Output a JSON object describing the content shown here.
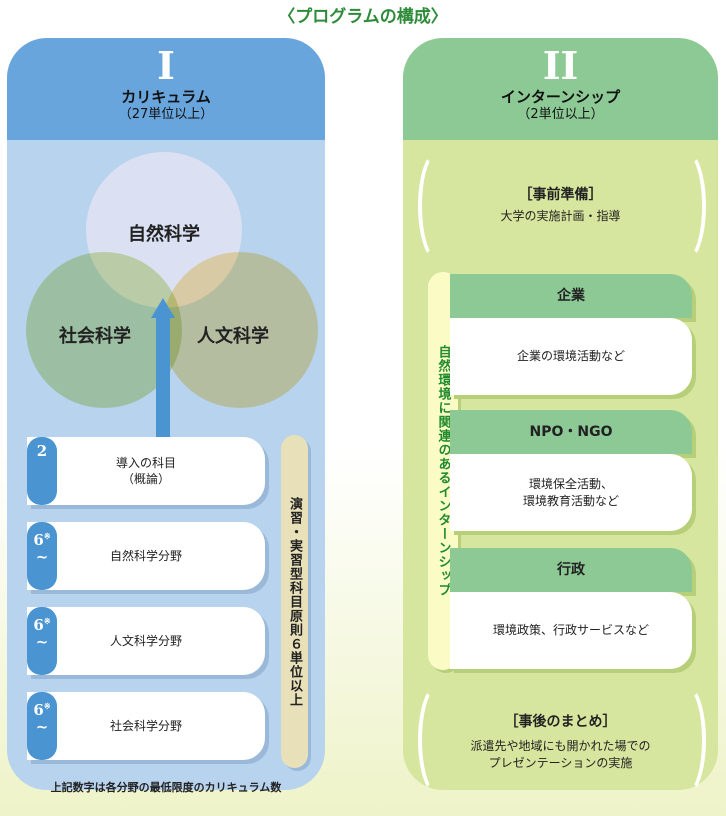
{
  "title": "〈プログラムの構成〉",
  "curriculum": {
    "roman": "I",
    "name": "カリキュラム",
    "units": "（27単位以上）",
    "venn": {
      "top": "自然科学",
      "left": "社会科学",
      "right": "人文科学"
    },
    "boxes": [
      {
        "num": "2",
        "mark": "",
        "tilde": "",
        "line1": "導入の科目",
        "line2": "（概論）"
      },
      {
        "num": "6",
        "mark": "※",
        "tilde": "~",
        "line1": "自然科学分野",
        "line2": ""
      },
      {
        "num": "6",
        "mark": "※",
        "tilde": "~",
        "line1": "人文科学分野",
        "line2": ""
      },
      {
        "num": "6",
        "mark": "※",
        "tilde": "~",
        "line1": "社会科学分野",
        "line2": ""
      }
    ],
    "side": "演習・実習型科目原則６単位以上",
    "note": "上記数字は各分野の最低限度のカリキュラム数"
  },
  "internship": {
    "roman": "II",
    "name": "インターンシップ",
    "units": "（2単位以上）",
    "pre_title": "［事前準備］",
    "pre_desc": "大学の実施計画・指導",
    "side": "自然環境に関連のあるインターンシップ",
    "cards": [
      {
        "head": "企業",
        "line1": "企業の環境活動など",
        "line2": ""
      },
      {
        "head": "NPO・NGO",
        "line1": "環境保全活動、",
        "line2": "環境教育活動など"
      },
      {
        "head": "行政",
        "line1": "環境政策、行政サービスなど",
        "line2": ""
      }
    ],
    "post_title": "［事後のまとめ］",
    "post_line1": "派遣先や地域にも開かれた場での",
    "post_line2": "プレゼンテーションの実施"
  },
  "colors": {
    "blue_header": "#68a5dc",
    "blue_body": "#b8d3ee",
    "green_header": "#8cc995",
    "green_body": "#d6e69e",
    "title": "#2e8b3a"
  }
}
